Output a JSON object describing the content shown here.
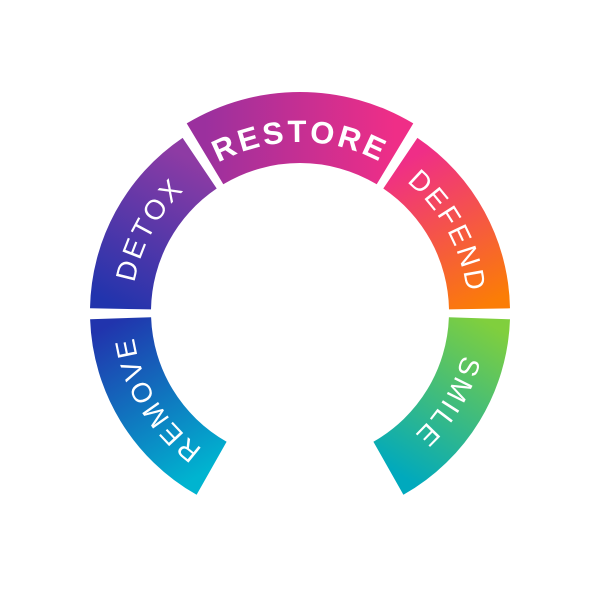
{
  "diagram": {
    "type": "segmented-gradient-ring",
    "background_color": "#ffffff",
    "label_color": "#ffffff",
    "divider_color": "#ffffff",
    "segments": [
      {
        "label": "REMOVE",
        "position": "lower-left",
        "emphasized": false,
        "color_start": "#00b4d0",
        "color_end": "#2134ad"
      },
      {
        "label": "DETOX",
        "position": "upper-left",
        "emphasized": false,
        "color_start": "#2134ad",
        "color_end": "#8e3ba4"
      },
      {
        "label": "RESTORE",
        "position": "top",
        "emphasized": true,
        "color_start": "#9b309e",
        "color_end": "#ef2e87"
      },
      {
        "label": "DEFEND",
        "position": "upper-right",
        "emphasized": false,
        "color_start": "#ef2e87",
        "color_end": "#fb7d06"
      },
      {
        "label": "SMILE",
        "position": "lower-right",
        "emphasized": false,
        "color_start": "#80cf3d",
        "color_end": "#00a9bd"
      }
    ]
  }
}
